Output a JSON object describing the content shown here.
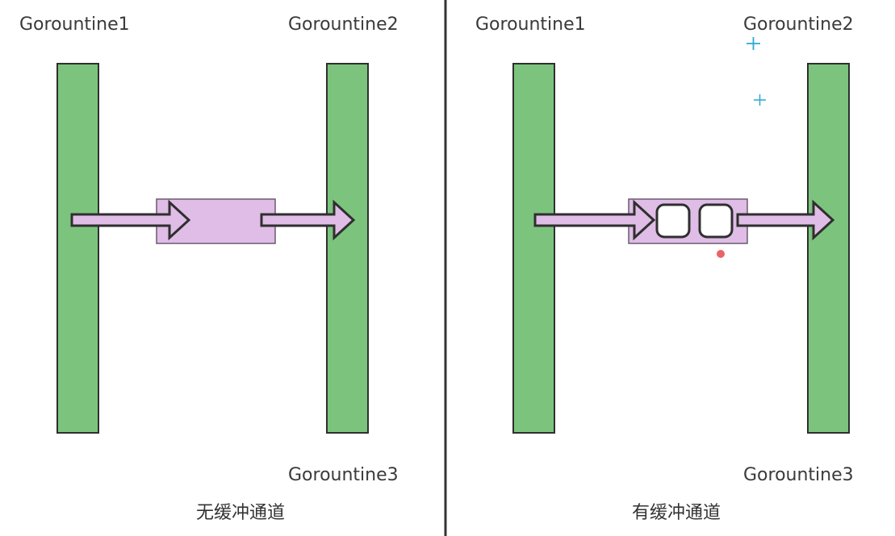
{
  "colors": {
    "lane_fill": "#7cc47e",
    "lane_stroke": "#2f2f2f",
    "channel_fill": "#dfbde6",
    "arrow_fill": "#dfbde6",
    "slot_fill": "#ffffff",
    "divider": "#333333",
    "crosshair": "#2aa7d8",
    "dot": "#e5484d"
  },
  "left_panel": {
    "goroutine1": "Gorountine1",
    "goroutine2": "Gorountine2",
    "goroutine3": "Gorountine3",
    "caption": "无缓冲通道"
  },
  "right_panel": {
    "goroutine1": "Gorountine1",
    "goroutine2": "Gorountine2",
    "goroutine3": "Gorountine3",
    "caption": "有缓冲通道",
    "buffer_slots": 2
  },
  "icons": {
    "crosshair": "crosshair-icon",
    "cursor_dot": "cursor-dot-icon"
  }
}
